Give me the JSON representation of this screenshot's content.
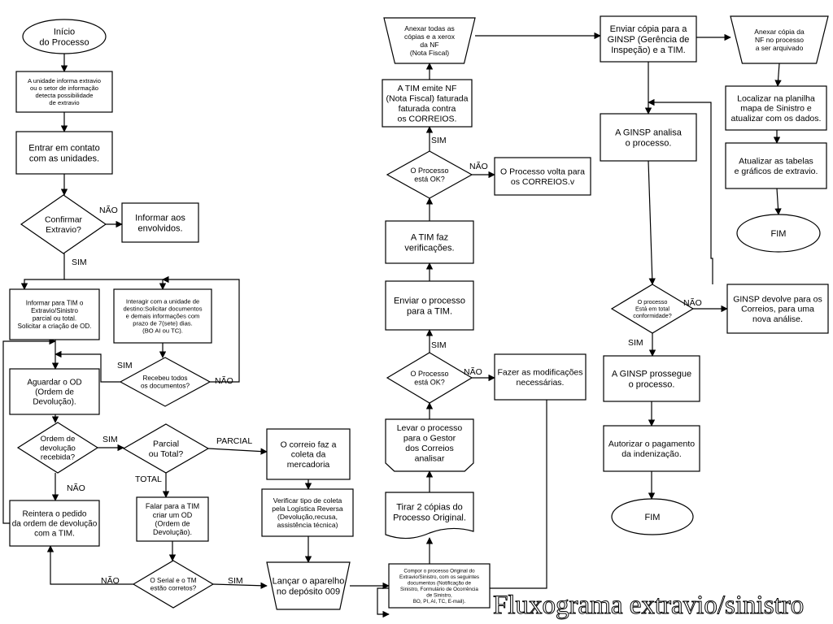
{
  "title": "Fluxograma extravio/sinistro",
  "nodes": {
    "inicio": [
      "Início",
      "do Processo"
    ],
    "unidade_informa": [
      "A unidade informa extravio",
      "ou o setor de informação",
      "detecta possibilidade",
      "de extravio"
    ],
    "entrar_contato": [
      "Entrar em contato",
      "com as unidades."
    ],
    "confirmar_extravio": [
      "Confirmar",
      "Extravio?"
    ],
    "informar_envolvidos": [
      "Informar aos",
      "envolvidos."
    ],
    "informar_tim": [
      "Informar para TIM o",
      "Extravio/Sinistro",
      "parcial ou total.",
      "Solicitar a criação de OD."
    ],
    "interagir": [
      "Interagir com a unidade de",
      "destino:Solicitar documentos",
      "e demais informações com",
      "prazo de 7(sete) dias.",
      "(BO AI ou TC)."
    ],
    "recebeu_docs": [
      "Recebeu todos",
      "os documentos?"
    ],
    "aguardar_od": [
      "Aguardar o OD",
      "(Ordem de",
      "Devolução)."
    ],
    "ordem_recebida": [
      "Ordem de",
      "devolução",
      "recebida?"
    ],
    "parcial_total": [
      "Parcial",
      "ou Total?"
    ],
    "correio_coleta": [
      "O correio faz a",
      "coleta da",
      "mercadoria"
    ],
    "verificar_coleta": [
      "Verificar tipo de coleta",
      "pela Logística Reversa",
      "(Devolução,recusa,",
      "assistência técnica)"
    ],
    "reintera": [
      "Reintera o pedido",
      "da ordem de devolução",
      "com a TIM."
    ],
    "falar_tim": [
      "Falar para a TIM",
      "criar um OD",
      "(Ordem de",
      "Devolução)."
    ],
    "serial_tm": [
      "O Serial e o TM",
      "estão corretos?"
    ],
    "lancar": [
      "Lançar o aparelho",
      "no depósito 009"
    ],
    "compor": [
      "Compor o processo Original do",
      "Extravio/Sinistro, com os seguintes",
      "documentos (Notificação de",
      "Sinistro, Formulário de Ocorrência",
      "de Sinistro,",
      "BO, PI, AI, TC, E-mail)."
    ],
    "tirar_copias": [
      "Tirar 2 cópias do",
      "Processo Original."
    ],
    "levar_processo": [
      "Levar o processo",
      "para o Gestor",
      "dos Correios",
      "analisar"
    ],
    "processo_ok_1": [
      "O Processo",
      "está OK?"
    ],
    "fazer_modificacoes": [
      "Fazer as modificações",
      "necessárias."
    ],
    "enviar_tim": [
      "Enviar o processo",
      "para a TIM."
    ],
    "tim_verificacoes": [
      "A TIM faz",
      "verificações."
    ],
    "processo_ok_2": [
      "O Processo",
      "está OK?"
    ],
    "volta_correios": [
      "O Processo volta para",
      "os CORREIOS.v"
    ],
    "tim_emite": [
      "A TIM emite NF",
      "(Nota Fiscal) faturada",
      "faturada contra",
      "os CORREIOS."
    ],
    "anexar_copias": [
      "Anexar todas as",
      "cópias e a xerox",
      "da NF",
      "(Nota Fiscal)"
    ],
    "enviar_ginsp": [
      "Enviar cópia para a",
      "GINSP (Gerência de",
      "Inspeção) e a TIM."
    ],
    "ginsp_analisa": [
      "A GINSP analisa",
      "o processo."
    ],
    "total_conformidade": [
      "O processo",
      "Está em total",
      "conformidade?"
    ],
    "ginsp_devolve": [
      "GINSP devolve para os",
      "Correios, para uma",
      "nova análise."
    ],
    "ginsp_prossegue": [
      "A GINSP prossegue",
      "o processo."
    ],
    "autorizar": [
      "Autorizar o pagamento",
      "da indenização."
    ],
    "fim_1": [
      "FIM"
    ],
    "anexar_nf": [
      "Anexar cópia da",
      "NF no processo",
      "a ser arquivado"
    ],
    "localizar": [
      "Localizar na planilha",
      "mapa de Sinistro e",
      "atualizar com os dados."
    ],
    "atualizar_tabelas": [
      "Atualizar as tabelas",
      "e gráficos de extravio."
    ],
    "fim_2": [
      "FIM"
    ]
  },
  "labels": {
    "nao": "NÃO",
    "sim": "SIM",
    "parcial": "PARCIAL",
    "total": "TOTAL"
  }
}
